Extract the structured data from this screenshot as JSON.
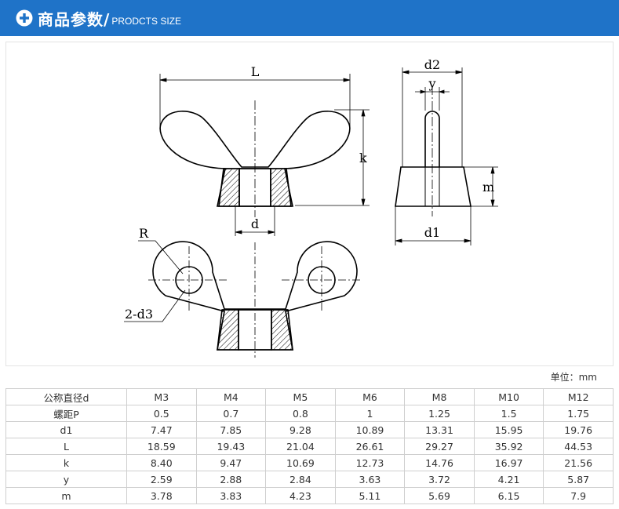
{
  "header": {
    "title_cn": "商品参数/",
    "title_en": "PRODCTS SIZE",
    "icon": "plus-circle-icon"
  },
  "drawing": {
    "labels": {
      "L": "L",
      "k": "k",
      "d": "d",
      "d2": "d2",
      "y": "y",
      "m": "m",
      "d1": "d1",
      "R": "R",
      "two_d3": "2-d3"
    }
  },
  "unit": "单位：mm",
  "table": {
    "headers": [
      "公称直径d",
      "M3",
      "M4",
      "M5",
      "M6",
      "M8",
      "M10",
      "M12"
    ],
    "rows": [
      [
        "螺距P",
        "0.5",
        "0.7",
        "0.8",
        "1",
        "1.25",
        "1.5",
        "1.75"
      ],
      [
        "d1",
        "7.47",
        "7.85",
        "9.28",
        "10.89",
        "13.31",
        "15.95",
        "19.76"
      ],
      [
        "L",
        "18.59",
        "19.43",
        "21.04",
        "26.61",
        "29.27",
        "35.92",
        "44.53"
      ],
      [
        "k",
        "8.40",
        "9.47",
        "10.69",
        "12.73",
        "14.76",
        "16.97",
        "21.56"
      ],
      [
        "y",
        "2.59",
        "2.88",
        "2.84",
        "3.63",
        "3.72",
        "4.21",
        "5.87"
      ],
      [
        "m",
        "3.78",
        "3.83",
        "4.23",
        "5.11",
        "5.69",
        "6.15",
        "7.9"
      ]
    ]
  }
}
